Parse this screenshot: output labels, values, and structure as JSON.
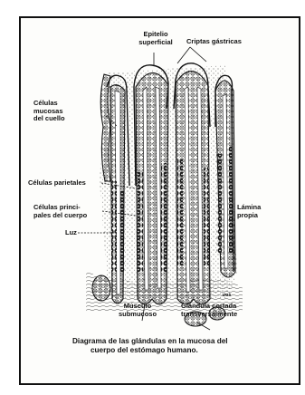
{
  "labels": {
    "epitelio_superficial": "Epitelio\nsuperficial",
    "criptas_gastricas": "Criptas gástricas",
    "celulas_mucosas": "Células\nmucosas\ndel cuello",
    "celulas_parietales": "Células parietales",
    "celulas_principales": "Células princi-\npales del cuerpo",
    "luz": "Luz",
    "lamina_propia": "Lámina\npropia",
    "musculo_submucoso": "Músculo\nsubmucoso",
    "glandula_cortada": "Glándula cortada\ntransversalmente",
    "vos": "vos"
  },
  "caption": {
    "line1": "Diagrama de las glándulas en la mucosa del",
    "line2": "cuerpo del estómago humano."
  }
}
